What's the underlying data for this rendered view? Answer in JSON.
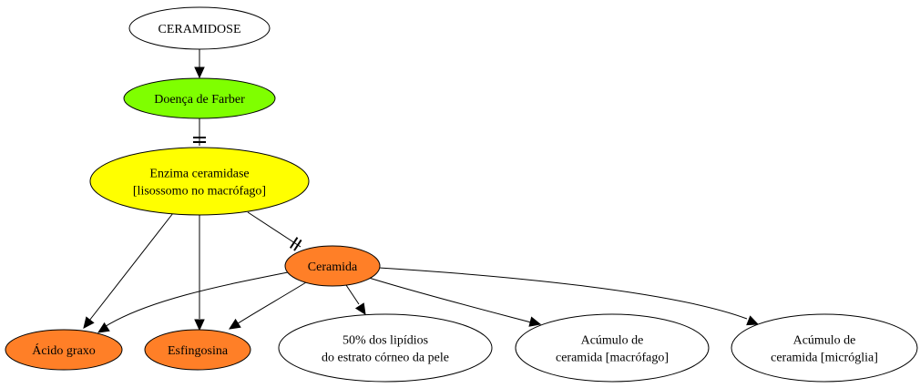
{
  "diagram": {
    "colors": {
      "white": "#ffffff",
      "green": "#7fff00",
      "yellow": "#ffff00",
      "orange": "#ff7f27"
    },
    "nodes": {
      "ceramidose": {
        "lines": [
          "CERAMIDOSE"
        ],
        "fill": "#ffffff"
      },
      "farber": {
        "lines": [
          "Doença de Farber"
        ],
        "fill": "#7fff00"
      },
      "enzima": {
        "lines": [
          "Enzima ceramidase",
          "[lisossomo no macrófago]"
        ],
        "fill": "#ffff00"
      },
      "ceramida": {
        "lines": [
          "Ceramida"
        ],
        "fill": "#ff7f27"
      },
      "acido": {
        "lines": [
          "Ácido graxo"
        ],
        "fill": "#ff7f27"
      },
      "esfingosina": {
        "lines": [
          "Esfingosina"
        ],
        "fill": "#ff7f27"
      },
      "lipidios": {
        "lines": [
          "50% dos lipídios",
          "do estrato córneo da pele"
        ],
        "fill": "#ffffff"
      },
      "macrofago": {
        "lines": [
          "Acúmulo de",
          "ceramida [macrófago]"
        ],
        "fill": "#ffffff"
      },
      "microglia": {
        "lines": [
          "Acúmulo de",
          "ceramida [micróglia]"
        ],
        "fill": "#ffffff"
      }
    },
    "edges": [
      {
        "from": "ceramidose",
        "to": "farber",
        "head": "arrow"
      },
      {
        "from": "farber",
        "to": "enzima",
        "head": "tee"
      },
      {
        "from": "enzima",
        "to": "ceramida",
        "head": "tee"
      },
      {
        "from": "enzima",
        "to": "acido",
        "head": "arrow"
      },
      {
        "from": "enzima",
        "to": "esfingosina",
        "head": "arrow"
      },
      {
        "from": "ceramida",
        "to": "acido",
        "head": "arrow"
      },
      {
        "from": "ceramida",
        "to": "esfingosina",
        "head": "arrow"
      },
      {
        "from": "ceramida",
        "to": "lipidios",
        "head": "arrow"
      },
      {
        "from": "ceramida",
        "to": "macrofago",
        "head": "arrow"
      },
      {
        "from": "ceramida",
        "to": "microglia",
        "head": "arrow"
      }
    ]
  }
}
